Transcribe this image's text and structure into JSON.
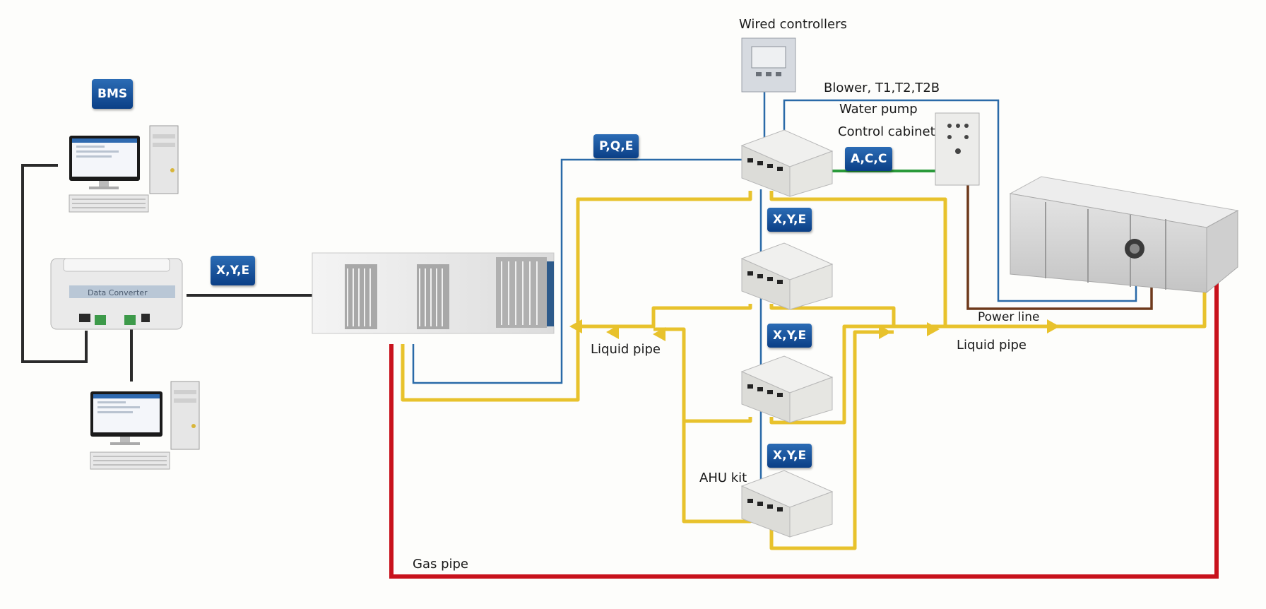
{
  "badges": {
    "bms": "BMS",
    "xye_left": "X,Y,E",
    "pqe": "P,Q,E",
    "acc": "A,C,C",
    "xye_1": "X,Y,E",
    "xye_2": "X,Y,E",
    "xye_3": "X,Y,E"
  },
  "labels": {
    "wired_controllers": "Wired controllers",
    "blower": "Blower, T1,T2,T2B",
    "water_pump": "Water pump",
    "control_cabinet": "Control cabinet",
    "liquid_pipe_left": "Liquid pipe",
    "liquid_pipe_right": "Liquid pipe",
    "power_line": "Power line",
    "ahu_kit": "AHU kit",
    "gas_pipe": "Gas pipe",
    "data_converter": "Data Converter"
  },
  "colors": {
    "liquid_pipe": "#e8c22c",
    "gas_pipe": "#c8121c",
    "signal_line": "#2a6aa8",
    "comm_line": "#2b2b2b",
    "acc_line": "#2a9a3a",
    "power_line": "#6e3a1c",
    "badge": "#0b3f86"
  }
}
